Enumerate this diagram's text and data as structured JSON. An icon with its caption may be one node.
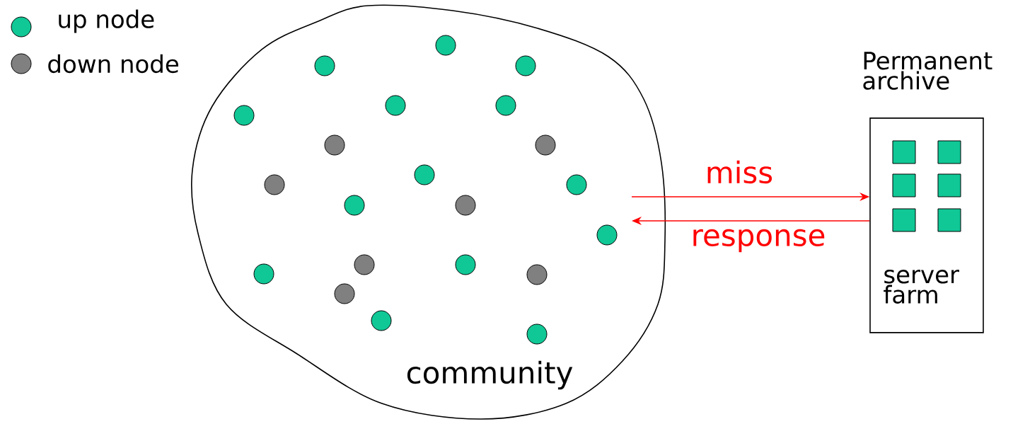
{
  "diagram": {
    "nodes": [
      {
        "text": [
          "community"
        ]
      },
      {
        "text": [
          "Permanent archive",
          "server farm"
        ]
      }
    ],
    "edges": [
      {
        "from": 0,
        "to": 1,
        "arrow": "to",
        "label": "miss"
      },
      {
        "from": 1,
        "to": 0,
        "arrow": "to",
        "label": "response"
      }
    ],
    "legend": [
      {
        "text": "up node",
        "color": "#10c896"
      },
      {
        "text": "down node",
        "color": "#808080"
      }
    ]
  }
}
